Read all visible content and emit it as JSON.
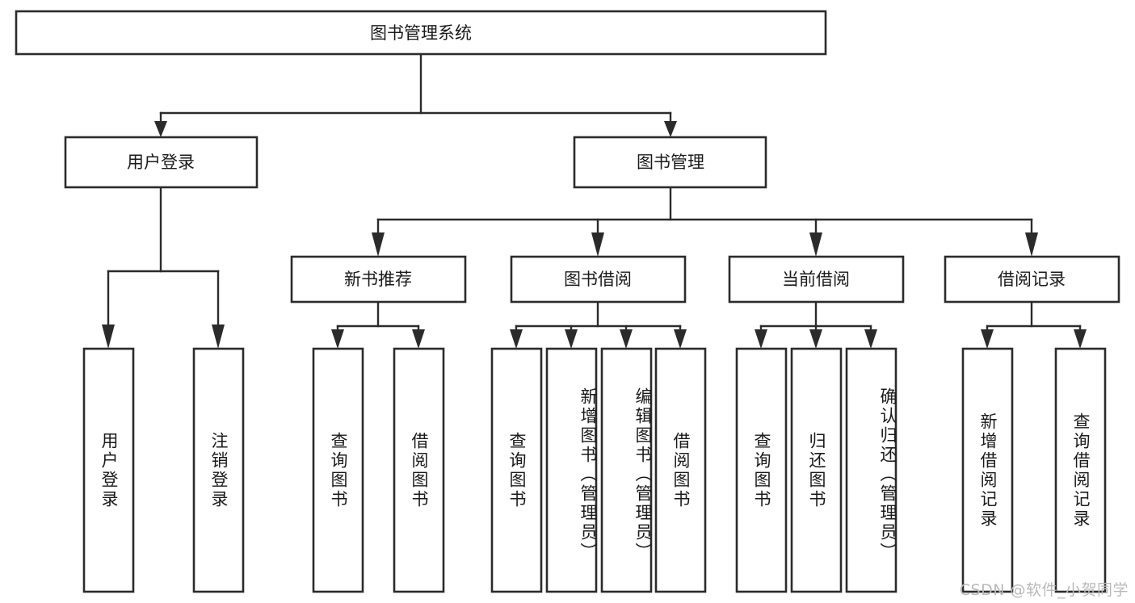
{
  "diagram": {
    "title": "图书管理系统",
    "type": "tree-hierarchy-diagram",
    "watermark": "CSDN @软件_小贺同学",
    "colors": {
      "stroke": "#2b2b2b",
      "fill": "#ffffff",
      "text": "#1a1a1a",
      "watermark": "#b9b9b9",
      "background": "#ffffff"
    },
    "root": {
      "label": "图书管理系统"
    },
    "level2": [
      {
        "label": "用户登录"
      },
      {
        "label": "图书管理"
      }
    ],
    "level3": [
      {
        "label": "新书推荐"
      },
      {
        "label": "图书借阅"
      },
      {
        "label": "当前借阅"
      },
      {
        "label": "借阅记录"
      }
    ],
    "leaves": {
      "user_login": [
        {
          "label": "用户登录"
        },
        {
          "label": "注销登录"
        }
      ],
      "new_book_recommend": [
        {
          "label": "查询图书"
        },
        {
          "label": "借阅图书"
        }
      ],
      "book_borrow": [
        {
          "label": "查询图书"
        },
        {
          "label": "新增图书（管理员）"
        },
        {
          "label": "编辑图书（管理员）"
        },
        {
          "label": "借阅图书"
        }
      ],
      "current_borrow": [
        {
          "label": "查询图书"
        },
        {
          "label": "归还图书"
        },
        {
          "label": "确认归还（管理员）"
        }
      ],
      "borrow_records": [
        {
          "label": "新增借阅记录"
        },
        {
          "label": "查询借阅记录"
        }
      ]
    }
  }
}
